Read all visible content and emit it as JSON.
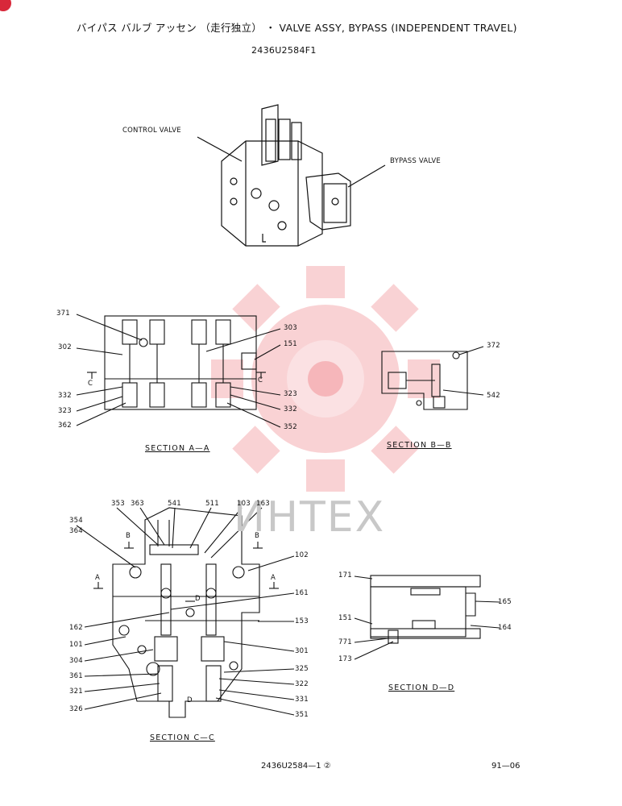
{
  "header": {
    "title": "バイパス バルブ アッセン （走行独立） ・ VALVE ASSY, BYPASS (INDEPENDENT TRAVEL)",
    "part_number": "2436U2584F1"
  },
  "iso_view": {
    "labels": [
      "CONTROL VALVE",
      "BYPASS VALVE"
    ]
  },
  "section_aa": {
    "caption": "SECTION A—A",
    "callouts": [
      "371",
      "302",
      "332",
      "323",
      "362",
      "303",
      "151",
      "323",
      "332",
      "352"
    ],
    "markers": [
      "C",
      "C"
    ]
  },
  "section_bb": {
    "caption": "SECTION B—B",
    "callouts": [
      "372",
      "542"
    ]
  },
  "section_cc": {
    "caption": "SECTION C—C",
    "callouts": [
      "353",
      "363",
      "541",
      "511",
      "103",
      "163",
      "354",
      "364",
      "102",
      "161",
      "162",
      "153",
      "101",
      "301",
      "304",
      "325",
      "361",
      "322",
      "321",
      "331",
      "326",
      "351"
    ],
    "markers": [
      "B",
      "B",
      "A",
      "A",
      "D",
      "D"
    ]
  },
  "section_dd": {
    "caption": "SECTION D—D",
    "callouts": [
      "171",
      "165",
      "151",
      "164",
      "771",
      "173"
    ]
  },
  "watermark": "ИНТЕХ",
  "footer": {
    "drawing_number": "2436U2584—1 ②",
    "page": "91—06"
  },
  "colors": {
    "ink": "#111111",
    "watermark": "#e8383f"
  }
}
